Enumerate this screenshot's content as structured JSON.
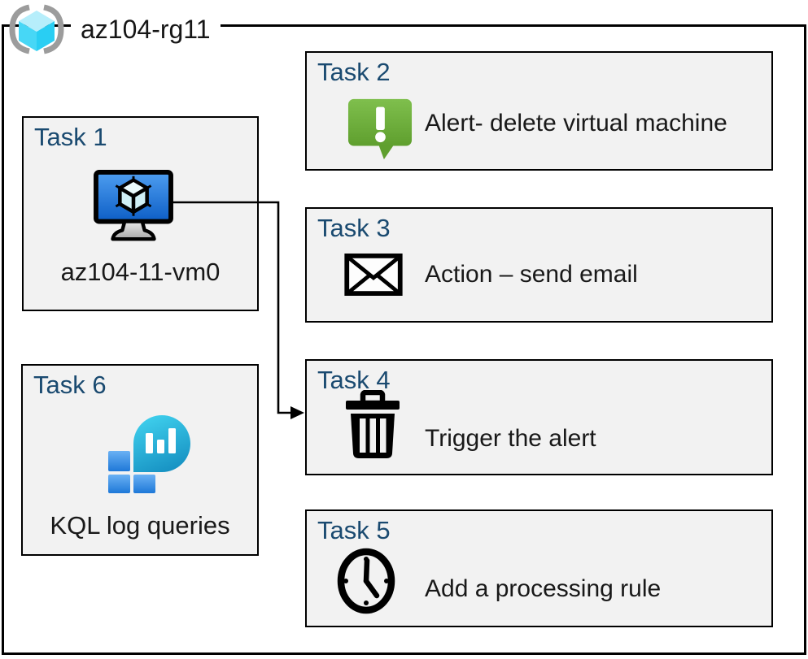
{
  "header": {
    "title": "az104-rg11",
    "icon": "resource-group-icon"
  },
  "tasks": {
    "task1": {
      "heading": "Task 1",
      "label": "az104-11-vm0",
      "icon": "virtual-machine-monitor-icon"
    },
    "task2": {
      "heading": "Task 2",
      "label": "Alert- delete virtual machine",
      "icon": "alert-bubble-icon"
    },
    "task3": {
      "heading": "Task 3",
      "label": "Action – send email",
      "icon": "email-envelope-icon"
    },
    "task4": {
      "heading": "Task 4",
      "label": "Trigger the alert",
      "icon": "trash-icon"
    },
    "task5": {
      "heading": "Task 5",
      "label": "Add a processing rule",
      "icon": "clock-icon"
    },
    "task6": {
      "heading": "Task 6",
      "label": "KQL log queries",
      "icon": "log-analytics-icon"
    }
  },
  "connector": {
    "from": "task1",
    "to": "task4"
  },
  "colors": {
    "heading_blue": "#1a4a70",
    "box_fill": "#f2f2f2",
    "border_black": "#000000",
    "alert_green_top": "#7fbf4d",
    "alert_green_bottom": "#5f9f2e",
    "vm_screen_blue_top": "#4e9ef0",
    "vm_screen_blue_bottom": "#0d5ec6",
    "rg_cube_cyan": "#47d7f6",
    "rg_bracket_gray": "#9c9c9c",
    "log_balloon_cyan_top": "#40d1ee",
    "log_balloon_cyan_bottom": "#1792c3",
    "log_square_blue_top": "#6ab1f4",
    "log_square_blue_bottom": "#1e78d8"
  }
}
